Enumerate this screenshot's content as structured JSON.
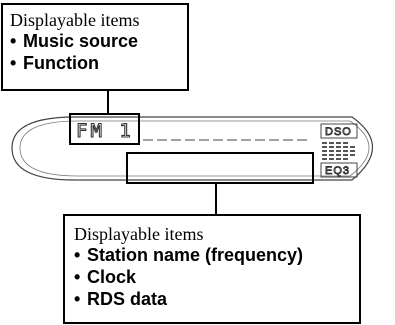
{
  "top_callout": {
    "title": "Displayable items",
    "items": [
      {
        "bullet": "•",
        "label": "Music source"
      },
      {
        "bullet": "•",
        "label": "Function"
      }
    ]
  },
  "bottom_callout": {
    "title": "Displayable items",
    "items": [
      {
        "bullet": "•",
        "label": "Station name (frequency)"
      },
      {
        "bullet": "•",
        "label": "Clock"
      },
      {
        "bullet": "•",
        "label": "RDS data"
      }
    ]
  },
  "display_panel": {
    "source_text": "FM 1",
    "label_top": "DSO",
    "label_bottom": "EQ3"
  }
}
